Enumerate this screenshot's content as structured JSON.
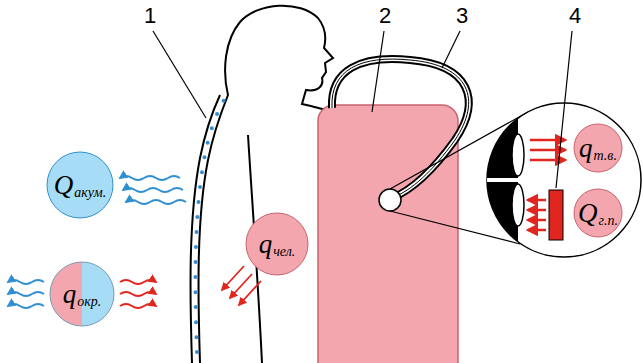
{
  "diagram": {
    "nodes": [
      {
        "text": [
          "Q",
          "акум."
        ]
      },
      {
        "text": [
          "q",
          "чел."
        ]
      },
      {
        "text": [
          "q",
          "окр."
        ]
      },
      {
        "text": [
          "q",
          "т.в."
        ]
      },
      {
        "text": [
          "Q",
          "г.п."
        ]
      }
    ],
    "labels": [
      "1",
      "2",
      "3",
      "4"
    ]
  }
}
